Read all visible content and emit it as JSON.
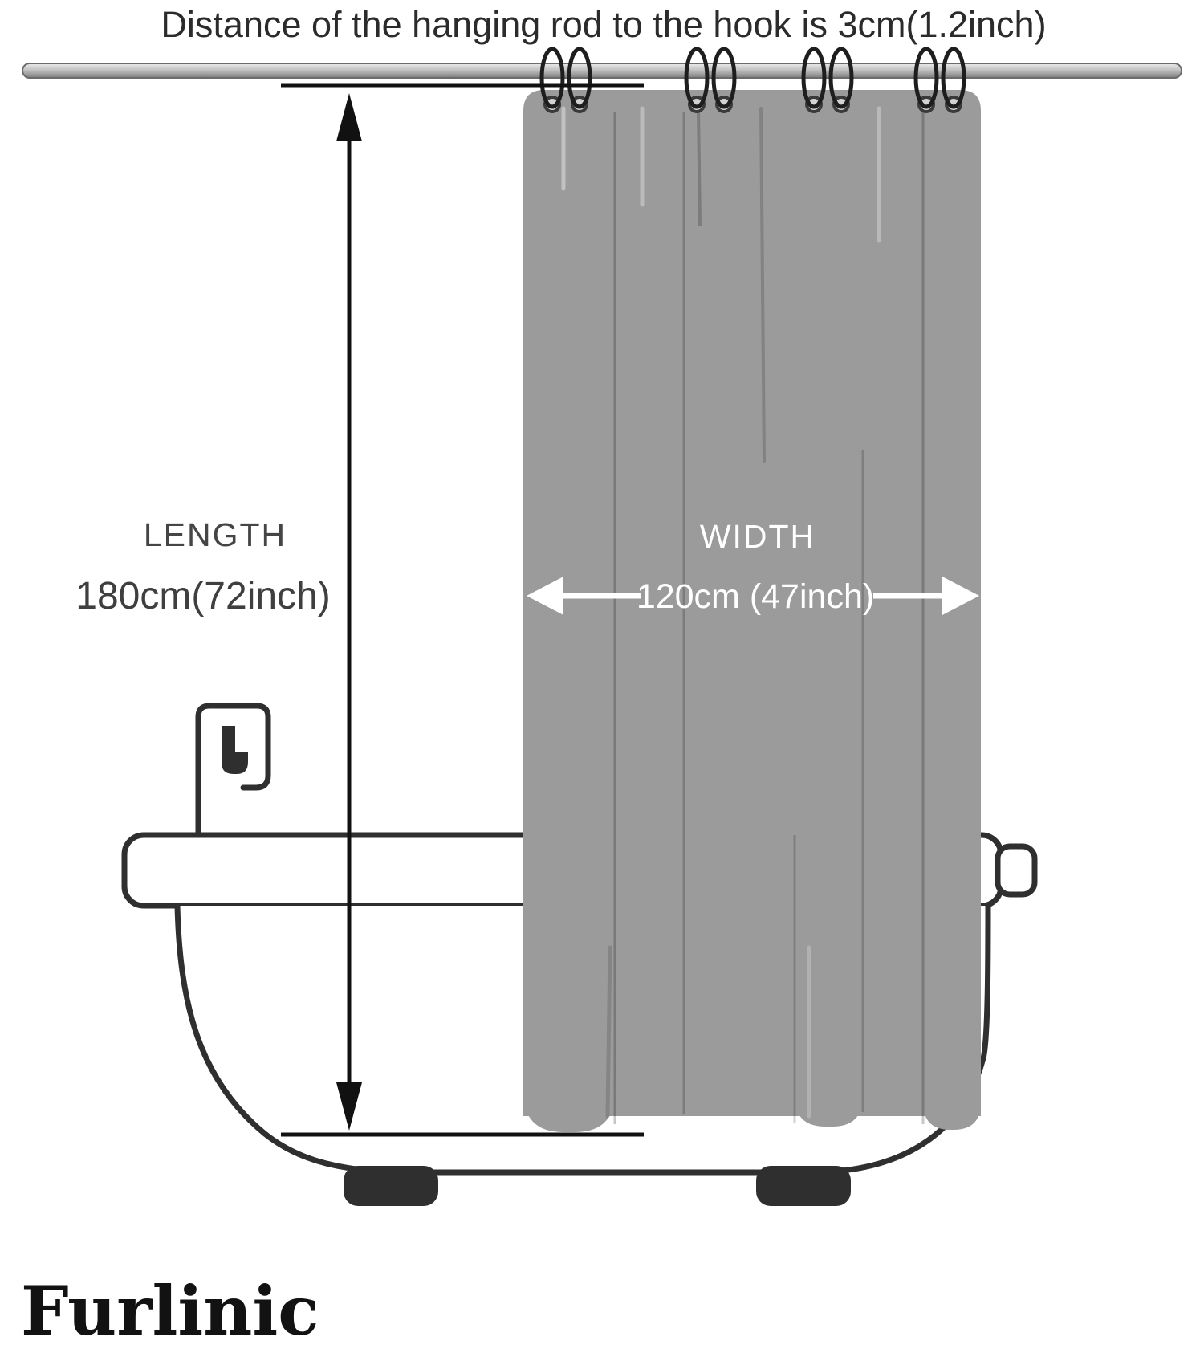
{
  "title": "Distance of the hanging rod to the hook is 3cm(1.2inch)",
  "dimensions": {
    "length_label": "LENGTH",
    "length_value": "180cm(72inch)",
    "width_label": "WIDTH",
    "width_value": "120cm (47inch)"
  },
  "brand": "Furlinic",
  "colors": {
    "curtain": "#9b9b9b",
    "outline": "#2f2f2f",
    "dim_line": "#111111",
    "label_text": "#454545",
    "title_text": "#2b2b2b",
    "white": "#ffffff"
  }
}
